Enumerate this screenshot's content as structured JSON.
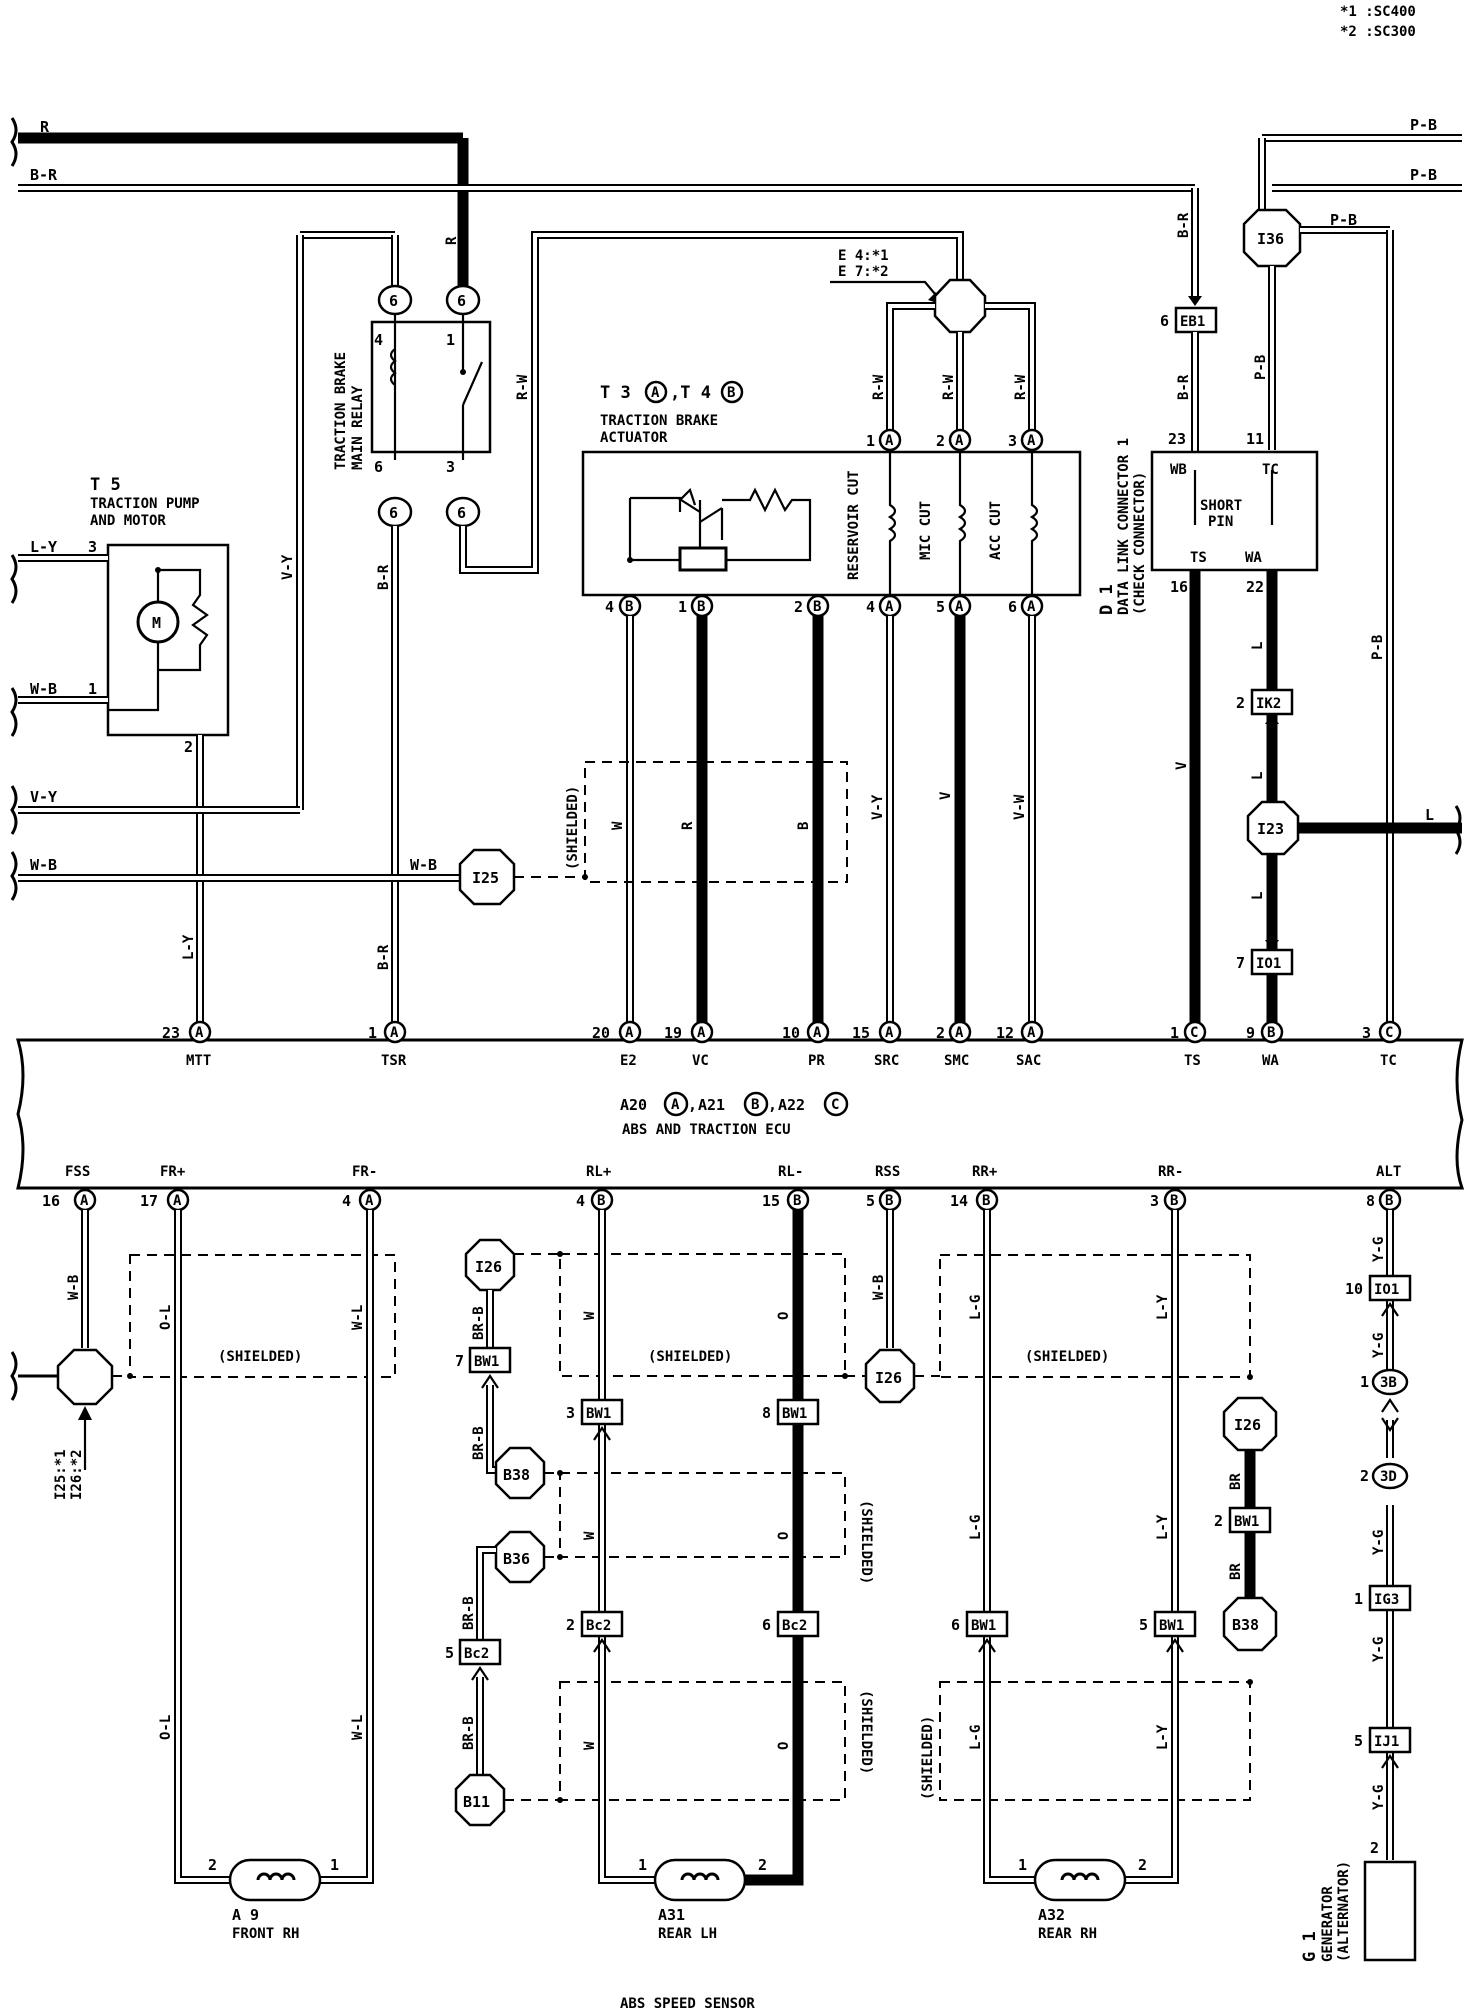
{
  "legend": {
    "line1": "*1 :SC400",
    "line2": "*2 :SC300"
  },
  "ecu": {
    "name": "ABS AND TRACTION ECU",
    "connectors": [
      "A20",
      "A21",
      "A22"
    ],
    "connector_letters": [
      "A",
      "B",
      "C"
    ]
  },
  "footer": "ABS SPEED SENSOR",
  "components": {
    "relay": {
      "line1": "TRACTION BRAKE",
      "line2": "MAIN RELAY"
    },
    "pump": {
      "id": "T 5",
      "line1": "TRACTION PUMP",
      "line2": "AND MOTOR",
      "motor": "M"
    },
    "actuator": {
      "id": "T 3",
      "id2": "T 4",
      "line1": "TRACTION BRAKE",
      "line2": "ACTUATOR",
      "sol1": "RESERVOIR CUT",
      "sol2": "MIC CUT",
      "sol3": "ACC CUT"
    },
    "dlc": {
      "id": "D 1",
      "line1": "DATA LINK CONNECTOR 1",
      "line2": "(CHECK CONNECTOR)",
      "short": "SHORT",
      "pin": "PIN",
      "wb": "WB",
      "tc": "TC",
      "ts": "TS",
      "wa": "WA"
    },
    "a9": {
      "id": "A 9",
      "name": "FRONT RH"
    },
    "a31": {
      "id": "A31",
      "name": "REAR LH"
    },
    "a32": {
      "id": "A32",
      "name": "REAR RH"
    },
    "g1": {
      "id": "G 1",
      "line1": "GENERATOR",
      "line2": "(ALTERNATOR)"
    }
  },
  "ecu_top_terminals": [
    "MTT",
    "TSR",
    "E2",
    "VC",
    "PR",
    "SRC",
    "SMC",
    "SAC",
    "TS",
    "WA",
    "TC"
  ],
  "ecu_top_pins": [
    "23",
    "1",
    "20",
    "19",
    "10",
    "15",
    "2",
    "12",
    "1",
    "9",
    "3"
  ],
  "ecu_top_letters": [
    "A",
    "A",
    "A",
    "A",
    "A",
    "A",
    "A",
    "A",
    "C",
    "B",
    "C"
  ],
  "ecu_bottom_terminals": [
    "FSS",
    "FR+",
    "FR-",
    "RL+",
    "RL-",
    "RSS",
    "RR+",
    "RR-",
    "ALT"
  ],
  "ecu_bottom_pins": [
    "16",
    "17",
    "4",
    "4",
    "15",
    "5",
    "14",
    "3",
    "8"
  ],
  "ecu_bottom_letters": [
    "A",
    "A",
    "A",
    "B",
    "B",
    "B",
    "B",
    "B",
    "B"
  ],
  "wires": {
    "r": "R",
    "br": "B-R",
    "pb": "P-B",
    "ly": "L-Y",
    "wb": "W-B",
    "vy": "V-Y",
    "rw": "R-W",
    "w": "W",
    "b": "B",
    "v": "V",
    "vw": "V-W",
    "l": "L",
    "ol": "O-L",
    "wl": "W-L",
    "brb": "BR-B",
    "o": "O",
    "lg": "L-G",
    "brr": "BR",
    "yg": "Y-G"
  },
  "junctions": {
    "i36": "I36",
    "i25": "I25",
    "i23": "I23",
    "i26": "I26",
    "b38": "B38",
    "b36": "B36",
    "b11": "B11",
    "e4": "E 4:*1",
    "e7": "E 7:*2",
    "i25n": "I25:*1",
    "i26n": "I26:*2"
  },
  "connectors": {
    "eb1": "EB1",
    "ik2": "IK2",
    "io1": "IO1",
    "bw1": "BW1",
    "bc2": "Bc2",
    "ig3": "IG3",
    "ij1": "IJ1",
    "c3b": "3B",
    "c3d": "3D",
    "c6": "6"
  },
  "shielded": "(SHIELDED)"
}
